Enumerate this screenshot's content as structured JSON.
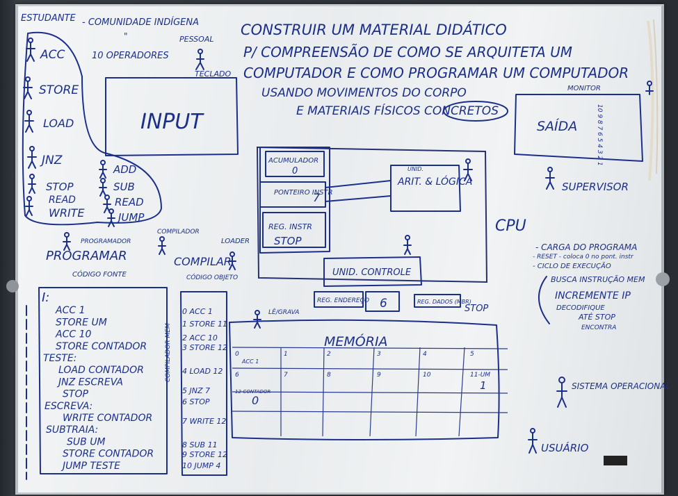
{
  "top_left": {
    "estudante": "ESTUDANTE",
    "comunidade": "- COMUNIDADE INDÍGENA",
    "ditto": "\"",
    "pessoal": "PESSOAL",
    "operadores": "10 OPERADORES",
    "teclado": "TECLADO"
  },
  "title": {
    "line1": "CONSTRUIR UM MATERIAL DIDÁTICO",
    "line2": "P/ COMPREENSÃO DE COMO SE ARQUITETA UM",
    "line3": "COMPUTADOR E COMO PROGRAMAR UM COMPUTADOR",
    "line4": "USANDO MOVIMENTOS DO CORPO",
    "line5": "E MATERIAIS FÍSICOS CONCRETOS"
  },
  "operators_left": [
    "ACC",
    "STORE",
    "LOAD",
    "JNZ",
    "STOP",
    "READ",
    "WRITE"
  ],
  "operators_right": [
    "ADD",
    "SUB",
    "READ",
    "JUMP"
  ],
  "input_label": "INPUT",
  "monitor": {
    "label": "MONITOR",
    "saida": "SAÍDA",
    "digits": "10\n9\n8\n7\n6\n5\n4\n3\n2\n1"
  },
  "supervisor": "SUPERVISOR",
  "cpu": {
    "label": "CPU",
    "acumulador": "ACUMULADOR",
    "acumulador_value": "0",
    "ponteiro": "PONTEIRO INSTR",
    "ponteiro_value": "7",
    "reg_instr": "REG. INSTR",
    "reg_instr_value": "STOP",
    "ula_small": "UNID.",
    "ula": "ARIT. & LÓGICA",
    "controle": "UNID. CONTROLE"
  },
  "regs": {
    "endereco": "REG. ENDEREÇO",
    "endereco_value": "6",
    "dados": "REG. DADOS (MBR)",
    "dados_value": "STOP"
  },
  "cycle": {
    "carga": "- CARGA DO PROGRAMA",
    "reset": "- RESET - coloca 0 no pont. instr",
    "ciclo": "- CICLO DE EXECUÇÃO",
    "busca": "BUSCA INSTRUÇÃO MEM",
    "incremente": "INCREMENTE IP",
    "decodifique": "DECODIFIQUE",
    "ate": "ATÉ STOP",
    "encontra": "ENCONTRA"
  },
  "roles": {
    "programador": "PROGRAMADOR",
    "compilador": "COMPILADOR",
    "loader": "LOADER",
    "le_grava": "LÊ/GRAVA",
    "sistema": "SISTEMA OPERACIONAL",
    "usuario": "USUÁRIO"
  },
  "programar": {
    "title": "PROGRAMAR",
    "fonte": "CÓDIGO FONTE"
  },
  "source_code": [
    "I:",
    "ACC 1",
    "STORE UM",
    "ACC 10",
    "STORE CONTADOR",
    "TESTE:",
    "LOAD CONTADOR",
    "JNZ ESCREVA",
    "STOP",
    "ESCREVA:",
    "WRITE CONTADOR",
    "SUBTRAIA:",
    "SUB UM",
    "STORE CONTADOR",
    "JUMP TESTE"
  ],
  "compilar": {
    "title": "COMPILAR",
    "objeto": "CÓDIGO OBJETO",
    "side": "COMPILADOR MEM"
  },
  "object_code": [
    "0 ACC 1",
    "1 STORE 11",
    "2 ACC 10",
    "3 STORE 12",
    "4 LOAD 12",
    "5 JNZ 7",
    "6 STOP",
    "7 WRITE 12",
    "8 SUB 11",
    "9 STORE 12",
    "10 JUMP 4"
  ],
  "memoria": {
    "title": "MEMÓRIA",
    "row1": [
      "0",
      "1",
      "2",
      "3",
      "4",
      "5"
    ],
    "cell0": "ACC 1",
    "row2": [
      "6",
      "7",
      "8",
      "9",
      "10",
      "11-UM"
    ],
    "cell11": "1",
    "cell12_label": "12-CONTADOR",
    "cell12": "0"
  }
}
